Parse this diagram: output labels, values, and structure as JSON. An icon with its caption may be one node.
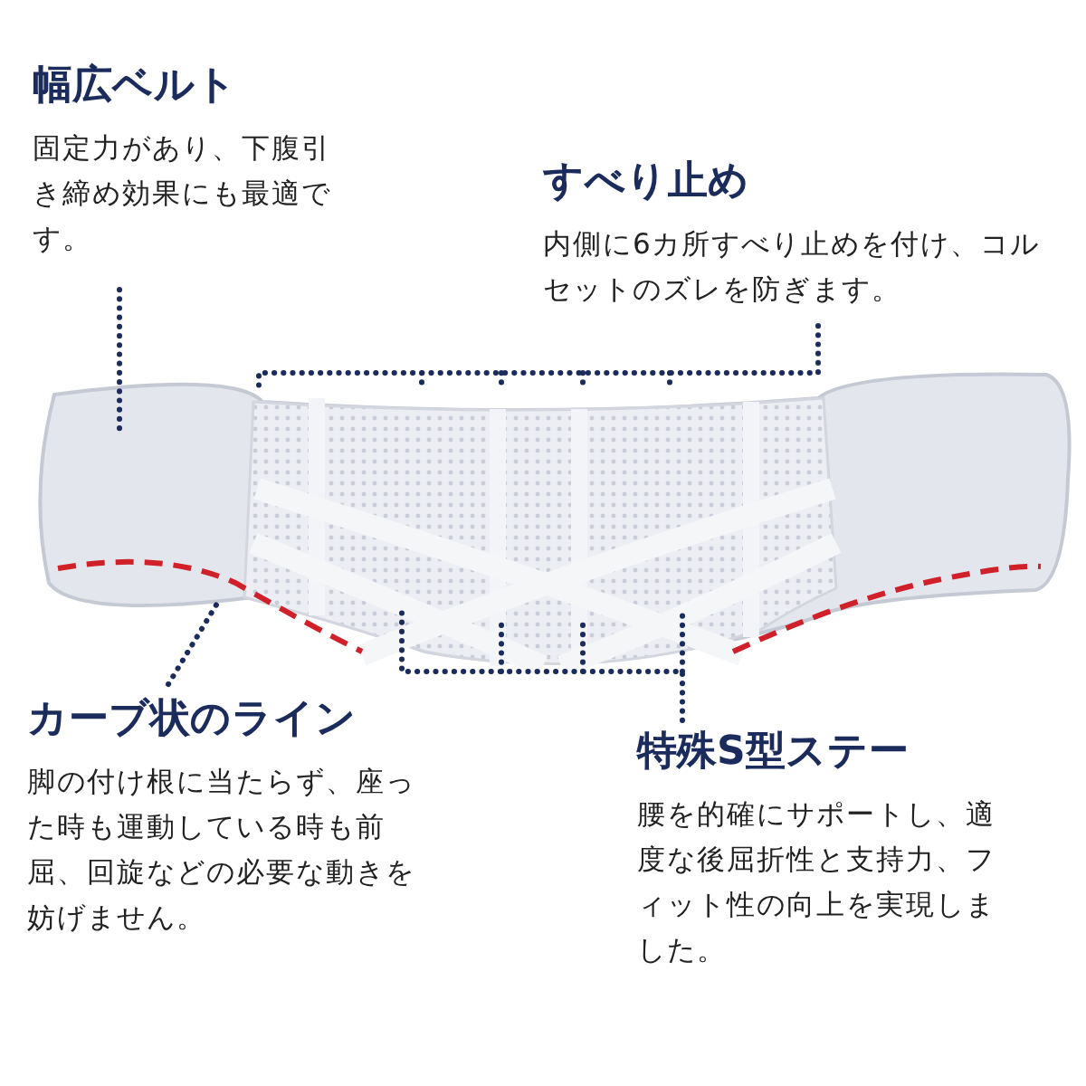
{
  "diagram": {
    "nodes": [
      {
        "text": [
          "幅広ベルト",
          "固定力があり、下腹引き締め効果にも最適です。"
        ]
      },
      {
        "text": [
          "すべり止め",
          "内側に6カ所すべり止めを付け、コルセットのズレを防ぎます。"
        ]
      },
      {
        "text": [
          "カーブ状のライン",
          "脚の付け根に当たらず、座った時も運動している時も前屈、回旋などの必要な動きを妨げません。"
        ]
      },
      {
        "text": [
          "特殊S型ステー",
          "腰を的確にサポートし、適度な後屈折性と支持力、フィット性の向上を実現しました。"
        ]
      },
      {
        "text": [],
        "shape": "picture"
      }
    ],
    "edges": [
      {
        "from": 0,
        "to": 4,
        "arrow": "none"
      },
      {
        "from": 1,
        "to": 4,
        "arrow": "none"
      },
      {
        "from": 2,
        "to": 4,
        "arrow": "none"
      },
      {
        "from": 3,
        "to": 4,
        "arrow": "none"
      }
    ]
  }
}
